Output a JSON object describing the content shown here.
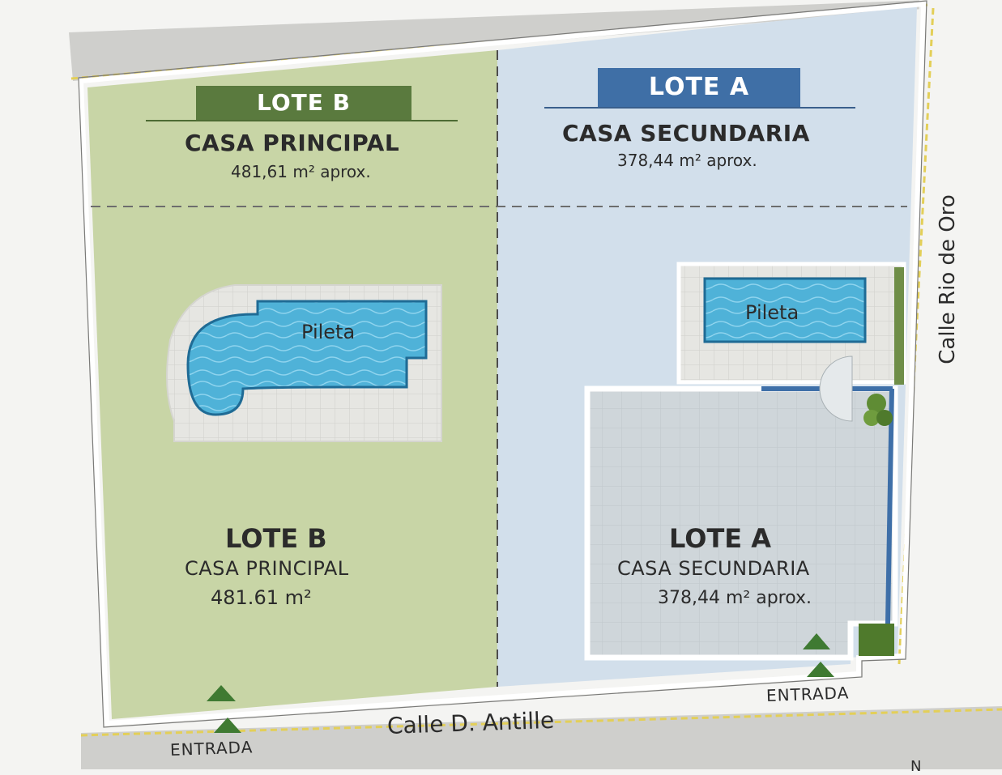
{
  "lote_b": {
    "header_label": "LOTE B",
    "header_subtitle": "CASA PRINCIPAL",
    "header_area": "481,61 m² aprox.",
    "main_label": "LOTE B",
    "main_subtitle": "CASA PRINCIPAL",
    "main_area": "481.61 m²",
    "pool_label": "Pileta"
  },
  "lote_a": {
    "header_label": "LOTE A",
    "header_subtitle": "CASA SECUNDARIA",
    "header_area": "378,44 m² aprox.",
    "main_label": "LOTE A",
    "main_subtitle": "CASA SECUNDARIA",
    "main_area": "378,44 m² aprox.",
    "pool_label": "Pileta"
  },
  "streets": {
    "bottom": "Calle D. Antille",
    "right": "Calle Rio de Oro"
  },
  "entrances": {
    "left": "ENTRADA",
    "right": "ENTRADA"
  },
  "compass": "N",
  "colors": {
    "lote_b_fill": "#c8d5a6",
    "lote_b_header": "#5a7a3e",
    "lote_a_fill": "#d2dfeb",
    "lote_a_header": "#3f6fa6",
    "pool_water": "#4fb2d8",
    "street": "#cfcfcc",
    "street_line": "#e3cf58",
    "arrow": "#3f7a32"
  }
}
